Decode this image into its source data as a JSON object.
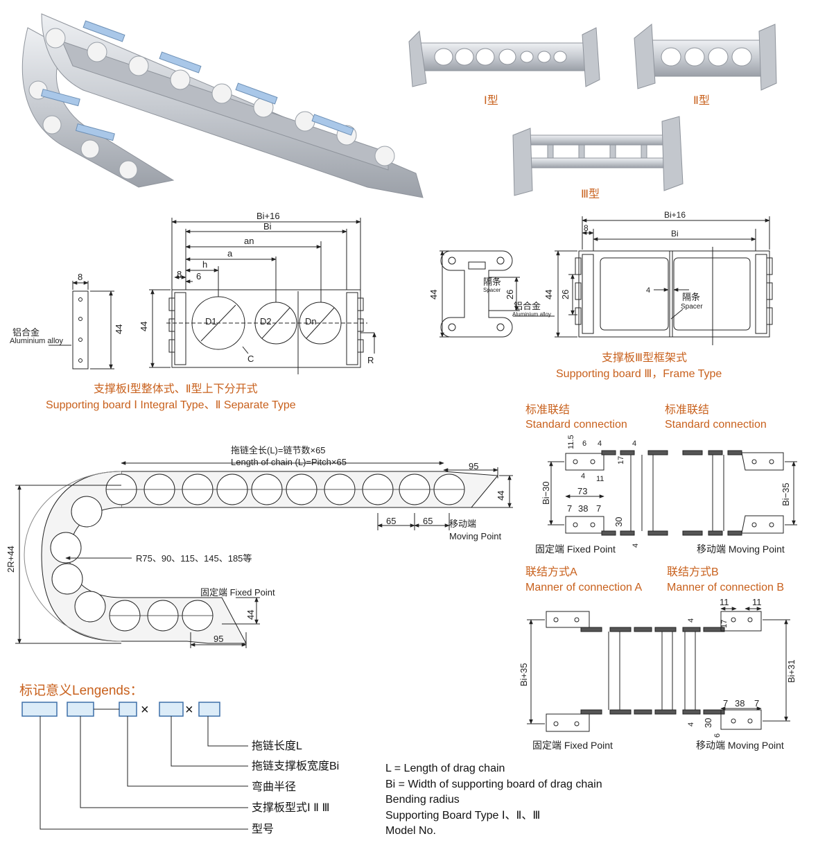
{
  "colors": {
    "caption": "#c8601c",
    "line": "#222222",
    "metal": "#c9ccd2",
    "metal_dark": "#8e939b",
    "box_fill": "#dcecf8",
    "box_stroke": "#3d6fa8"
  },
  "photos": {
    "type1_label": "Ⅰ型",
    "type2_label": "Ⅱ型",
    "type3_label": "Ⅲ型"
  },
  "board12": {
    "dims": {
      "bi16": "Bi+16",
      "bi": "Bi",
      "an": "an",
      "a": "a",
      "h": "h",
      "w8": "8",
      "w6": "6",
      "h44": "44",
      "side8": "8",
      "side44": "44",
      "d1": "D1",
      "d2": "D2",
      "dn": "Dn",
      "c": "C",
      "r": "R"
    },
    "material_cn": "铝合金",
    "material_en": "Aluminium alloy",
    "caption_cn": "支撑板Ⅰ型整体式、Ⅱ型上下分开式",
    "caption_en": "Supporting board Ⅰ Integral Type、Ⅱ Separate Type"
  },
  "board3": {
    "dims": {
      "bi16": "Bi+16",
      "w8": "8",
      "bi": "Bi",
      "h44": "44",
      "h26": "26",
      "s44": "44",
      "s26": "26",
      "four": "4"
    },
    "spacer_cn": "隔条",
    "spacer_en": "Spacer",
    "material_cn": "铝合金",
    "material_en": "Aluminium alloy",
    "caption_cn": "支撑板Ⅲ型框架式",
    "caption_en": "Supporting board Ⅲ，Frame Type"
  },
  "chain": {
    "length_cn": "拖链全长(L)=链节数×65",
    "length_en": "Length of chain (L)=Pitch×65",
    "d95_top": "95",
    "d44_top": "44",
    "d65a": "65",
    "d65b": "65",
    "moving_cn": "移动端",
    "moving_en": "Moving Point",
    "radius": "R75、90、115、145、185等",
    "height": "2R+44",
    "fixed": "固定端 Fixed Point",
    "d44_bot": "44",
    "d95_bot": "95"
  },
  "connections": {
    "std1_cn": "标准联结",
    "std1_en": "Standard connection",
    "std2_cn": "标准联结",
    "std2_en": "Standard connection",
    "std1_dims": {
      "d115": "11.5",
      "d6": "6",
      "d4a": "4",
      "d4b": "4",
      "d17": "17",
      "d4c": "4",
      "d11": "11",
      "bi30": "Bi−30",
      "d73": "73",
      "d7a": "7",
      "d38": "38",
      "d7b": "7",
      "d30": "30",
      "d4d": "4"
    },
    "std2_dims": {
      "bi35": "Bi−35"
    },
    "std1_fixed": "固定端 Fixed Point",
    "std2_moving": "移动端 Moving Point",
    "a_cn": "联结方式A",
    "a_en": "Manner of connection A",
    "b_cn": "联结方式B",
    "b_en": "Manner of connection B",
    "a_dims": {
      "bi35": "Bi+35"
    },
    "b_dims": {
      "d11a": "11",
      "d11b": "11",
      "d17": "17",
      "d4a": "4",
      "bi31": "Bi+31",
      "d7a": "7",
      "d38": "38",
      "d7b": "7",
      "d4b": "4",
      "d30": "30",
      "d6": "6"
    },
    "a_fixed": "固定端 Fixed Point",
    "b_moving": "移动端 Moving Point"
  },
  "legend": {
    "title": "标记意义Lengends：",
    "x1": "×",
    "x2": "×",
    "items_cn": [
      "拖链长度L",
      "拖链支撑板宽度Bi",
      "弯曲半径",
      "支撑板型式Ⅰ Ⅱ Ⅲ",
      "型号"
    ],
    "items_en": [
      "L = Length of drag chain",
      "Bi = Width of supporting board of drag chain",
      "Bending radius",
      "Supporting Board Type Ⅰ、Ⅱ、Ⅲ",
      "Model No."
    ]
  }
}
